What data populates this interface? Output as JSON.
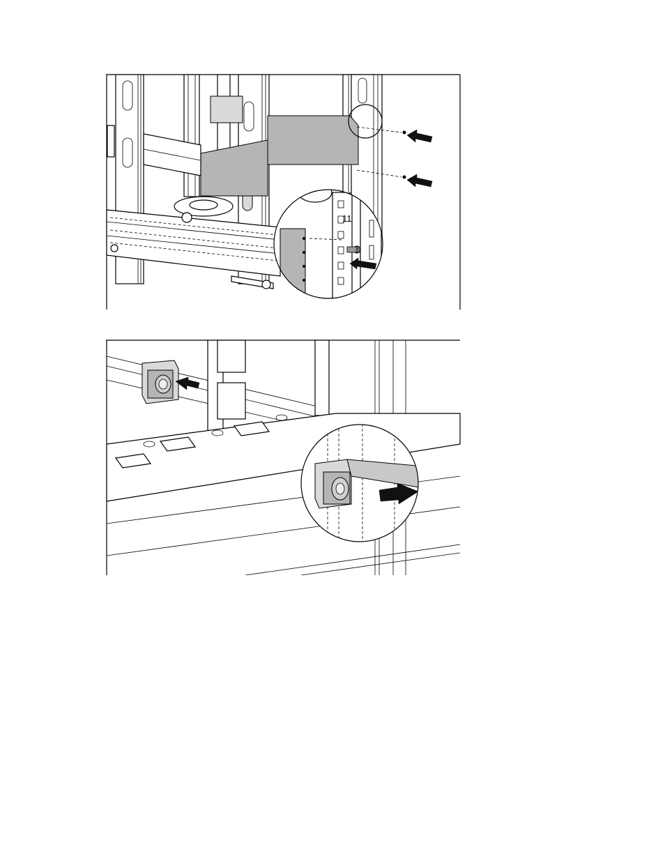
{
  "figures": [
    {
      "id": "rack-stabilizer-bracket-install",
      "detail_label": "11"
    },
    {
      "id": "cage-nut-removal"
    }
  ]
}
